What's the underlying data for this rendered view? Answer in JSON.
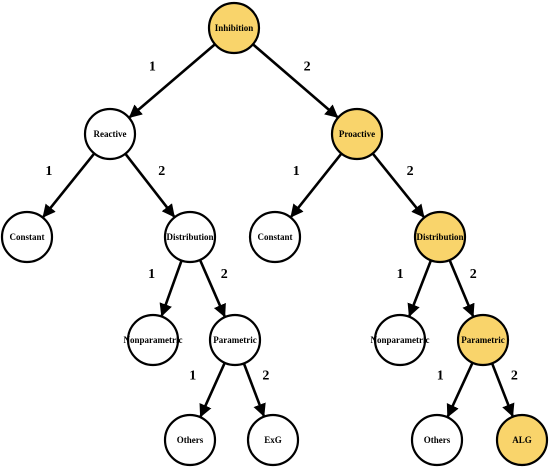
{
  "colors": {
    "highlight": "#F9D46B",
    "normal": "#FFFFFF",
    "stroke": "#000000"
  },
  "nodes": [
    {
      "id": "inhibition",
      "label": "Inhibition",
      "highlighted": true
    },
    {
      "id": "reactive",
      "label": "Reactive",
      "highlighted": false
    },
    {
      "id": "proactive",
      "label": "Proactive",
      "highlighted": true
    },
    {
      "id": "constant-left",
      "label": "Constant",
      "highlighted": false
    },
    {
      "id": "distribution-left",
      "label": "Distribution",
      "highlighted": false
    },
    {
      "id": "constant-right",
      "label": "Constant",
      "highlighted": false
    },
    {
      "id": "distribution-right",
      "label": "Distribution",
      "highlighted": true
    },
    {
      "id": "nonparametric-left",
      "label": "Nonparametric",
      "highlighted": false
    },
    {
      "id": "parametric-left",
      "label": "Parametric",
      "highlighted": false
    },
    {
      "id": "nonparametric-right",
      "label": "Nonparametric",
      "highlighted": false
    },
    {
      "id": "parametric-right",
      "label": "Parametric",
      "highlighted": true
    },
    {
      "id": "others-left",
      "label": "Others",
      "highlighted": false
    },
    {
      "id": "exg",
      "label": "ExG",
      "highlighted": false
    },
    {
      "id": "others-right",
      "label": "Others",
      "highlighted": false
    },
    {
      "id": "alg",
      "label": "ALG",
      "highlighted": true
    }
  ],
  "edges": [
    {
      "from": "inhibition",
      "to": "reactive",
      "label": "1"
    },
    {
      "from": "inhibition",
      "to": "proactive",
      "label": "2"
    },
    {
      "from": "reactive",
      "to": "constant-left",
      "label": "1"
    },
    {
      "from": "reactive",
      "to": "distribution-left",
      "label": "2"
    },
    {
      "from": "proactive",
      "to": "constant-right",
      "label": "1"
    },
    {
      "from": "proactive",
      "to": "distribution-right",
      "label": "2"
    },
    {
      "from": "distribution-left",
      "to": "nonparametric-left",
      "label": "1"
    },
    {
      "from": "distribution-left",
      "to": "parametric-left",
      "label": "2"
    },
    {
      "from": "distribution-right",
      "to": "nonparametric-right",
      "label": "1"
    },
    {
      "from": "distribution-right",
      "to": "parametric-right",
      "label": "2"
    },
    {
      "from": "parametric-left",
      "to": "others-left",
      "label": "1"
    },
    {
      "from": "parametric-left",
      "to": "exg",
      "label": "2"
    },
    {
      "from": "parametric-right",
      "to": "others-right",
      "label": "1"
    },
    {
      "from": "parametric-right",
      "to": "alg",
      "label": "2"
    }
  ]
}
